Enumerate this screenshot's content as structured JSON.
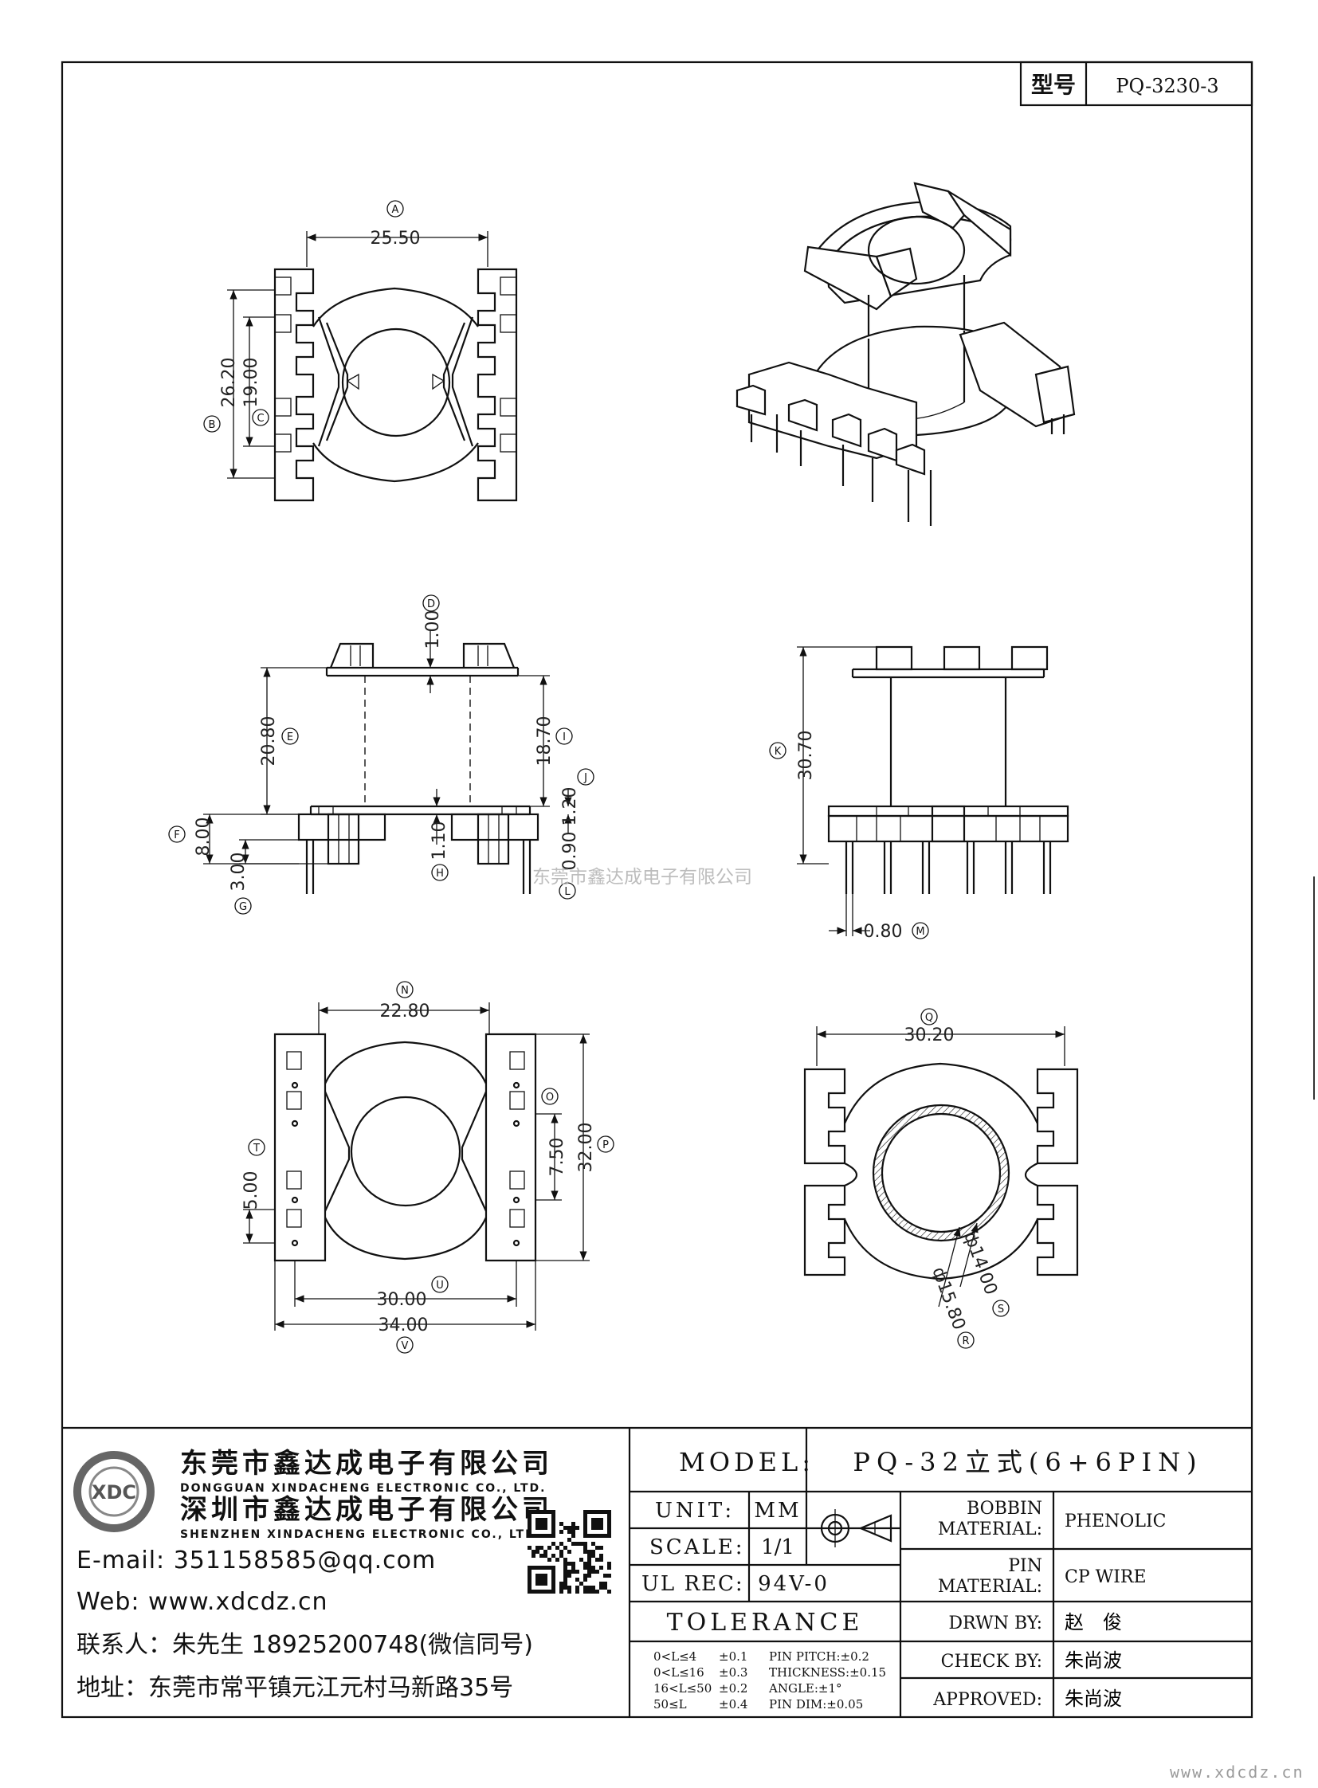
{
  "header": {
    "model_label": "型号",
    "model_code": "PQ-3230-3"
  },
  "dimensions": {
    "A": {
      "letter": "A",
      "value": "25.50"
    },
    "B": {
      "letter": "B",
      "value": "26.20"
    },
    "C": {
      "letter": "C",
      "value": "19.00"
    },
    "D": {
      "letter": "D",
      "value": "1.00"
    },
    "E": {
      "letter": "E",
      "value": "20.80"
    },
    "F": {
      "letter": "F",
      "value": "8.00"
    },
    "G": {
      "letter": "G",
      "value": "3.00"
    },
    "H": {
      "letter": "H",
      "value": "1.10"
    },
    "I": {
      "letter": "I",
      "value": "18.70"
    },
    "J": {
      "letter": "J",
      "value": "1.20"
    },
    "L": {
      "letter": "L",
      "value": "0.90"
    },
    "K": {
      "letter": "K",
      "value": "30.70"
    },
    "M": {
      "letter": "M",
      "value": "0.80"
    },
    "N": {
      "letter": "N",
      "value": "22.80"
    },
    "O": {
      "letter": "O",
      "value": "7.50"
    },
    "P": {
      "letter": "P",
      "value": "32.00"
    },
    "T": {
      "letter": "T",
      "value": "5.00"
    },
    "U": {
      "letter": "U",
      "value": "30.00"
    },
    "V": {
      "letter": "V",
      "value": "34.00"
    },
    "Q": {
      "letter": "Q",
      "value": "30.20"
    },
    "S": {
      "letter": "S",
      "value": "ф14.00"
    },
    "R": {
      "letter": "R",
      "value": "ф15.80"
    }
  },
  "watermark": "东莞市鑫达成电子有限公司",
  "company": {
    "name1": "东莞市鑫达成电子有限公司",
    "name1_en": "DONGGUAN XINDACHENG ELECTRONIC CO., LTD.",
    "name2": "深圳市鑫达成电子有限公司",
    "name2_en": "SHENZHEN XINDACHENG ELECTRONIC CO., LTD.",
    "logo_text": "XDC",
    "email": "E-mail: 351158585@qq.com",
    "web": "Web: www.xdcdz.cn",
    "contact": "联系人：朱先生 18925200748(微信同号)",
    "address": "地址：东莞市常平镇元江元村马新路35号"
  },
  "title_block": {
    "model_label": "MODEL:",
    "model_value": "PQ-32立式(6+6PIN)",
    "unit_label": "UNIT:",
    "unit_value": "MM",
    "scale_label": "SCALE:",
    "scale_value": "1/1",
    "ul_label": "UL REC:",
    "ul_value": "94V-0",
    "tolerance_label": "TOLERANCE",
    "tolerance_rows": [
      {
        "range": "0<L≤4",
        "tol": "±0.1",
        "spec": "PIN PITCH:±0.2"
      },
      {
        "range": "0<L≤16",
        "tol": "±0.3",
        "spec": "THICKNESS:±0.15"
      },
      {
        "range": "16<L≤50",
        "tol": "±0.2",
        "spec": "ANGLE:±1°"
      },
      {
        "range": "50≤L",
        "tol": "±0.4",
        "spec": "PIN DIM:±0.05"
      }
    ],
    "bobbin_label_1": "BOBBIN",
    "bobbin_label_2": "MATERIAL:",
    "bobbin_value": "PHENOLIC",
    "pin_label_1": "PIN",
    "pin_label_2": "MATERIAL:",
    "pin_value": "CP WIRE",
    "drawn_label": "DRWN BY:",
    "drawn_value": "赵　俊",
    "check_label": "CHECK BY:",
    "check_value": "朱尚波",
    "approved_label": "APPROVED:",
    "approved_value": "朱尚波"
  },
  "footer_url": "www.xdcdz.cn"
}
